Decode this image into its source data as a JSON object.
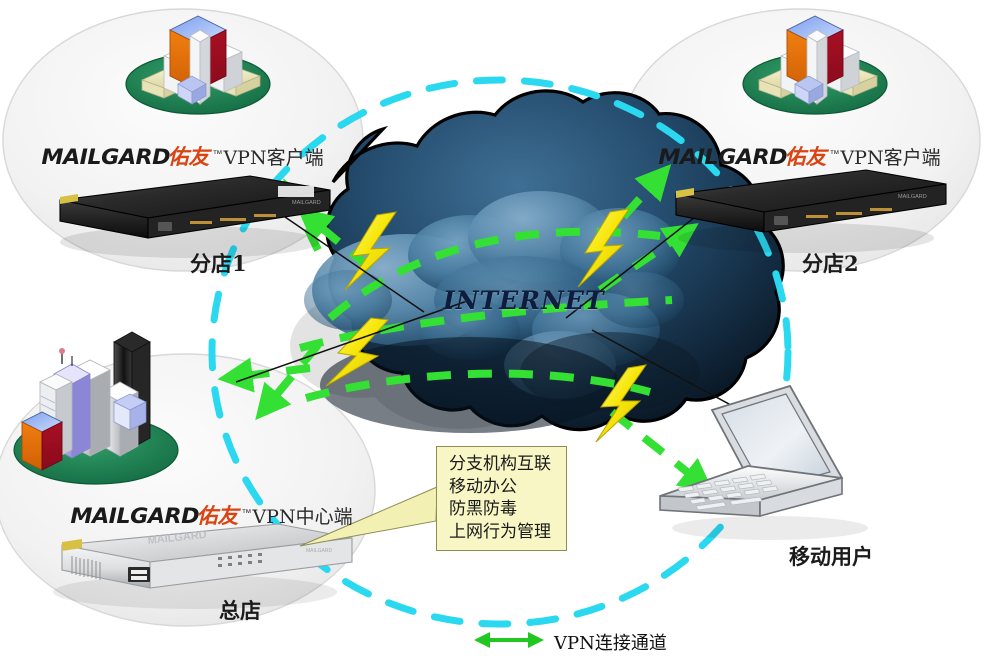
{
  "diagram": {
    "cloud_label": "INTERNET",
    "legend": {
      "icon": "double-arrow-icon",
      "label": "VPN连接通道"
    },
    "callout": {
      "lines": [
        "分支机构互联",
        "移动办公",
        "防黑防毒",
        "上网行为管理"
      ]
    },
    "brand": {
      "name_latin": "MAILGARD",
      "name_cn": "佑友",
      "tm": "™"
    },
    "sites": [
      {
        "id": "branch-1",
        "product_suffix": "VPN客户端",
        "site_label": "分店1",
        "device": "black-rack-appliance",
        "scenery": "office-buildings-icon"
      },
      {
        "id": "branch-2",
        "product_suffix": "VPN客户端",
        "site_label": "分店2",
        "device": "black-rack-appliance",
        "scenery": "office-buildings-icon"
      },
      {
        "id": "headquarters",
        "product_suffix": "VPN中心端",
        "site_label": "总店",
        "device": "silver-rack-appliance",
        "scenery": "city-skyline-icon"
      }
    ],
    "mobile_user": {
      "id": "mobile-user",
      "site_label": "移动用户",
      "device": "laptop-icon"
    },
    "colors": {
      "vpn_arrow": "#33e033",
      "tunnel_ring": "#2ad8f0",
      "lightning": "#f5e614",
      "cloud_dark": "#0d1b2a",
      "cloud_mid": "#2e5d80",
      "cloud_light": "#6d9dc0",
      "callout_fill": "#f7f6c4",
      "brand_red": "#d94412",
      "ground_green": "#1f7a4d"
    }
  }
}
